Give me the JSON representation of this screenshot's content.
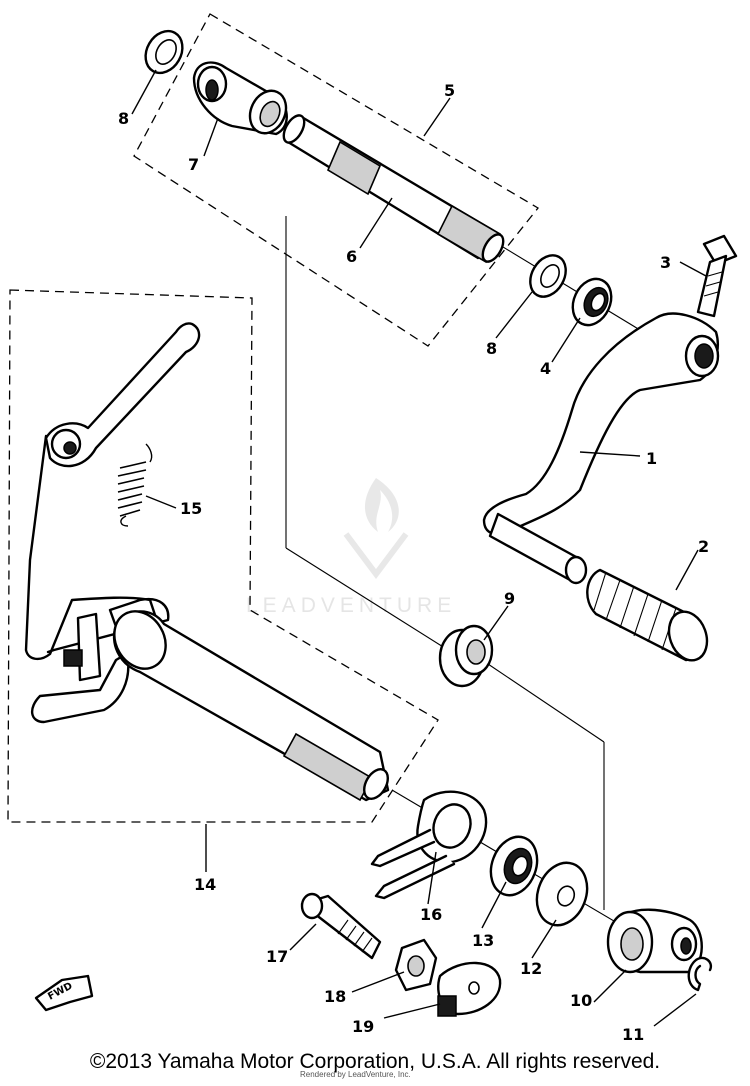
{
  "diagram": {
    "callouts": {
      "c1": "1",
      "c2": "2",
      "c3": "3",
      "c4": "4",
      "c5": "5",
      "c6": "6",
      "c7": "7",
      "c8a": "8",
      "c8b": "8",
      "c9": "9",
      "c10": "10",
      "c11": "11",
      "c12": "12",
      "c13": "13",
      "c14": "14",
      "c15": "15",
      "c16": "16",
      "c17": "17",
      "c18": "18",
      "c19": "19"
    },
    "direction_badge": "FWD",
    "watermark": "LEADVENTURE"
  },
  "footer": {
    "copyright": "©2013 Yamaha Motor Corporation, U.S.A. All rights reserved.",
    "rendered_by": "Rendered by LeadVenture, Inc."
  }
}
